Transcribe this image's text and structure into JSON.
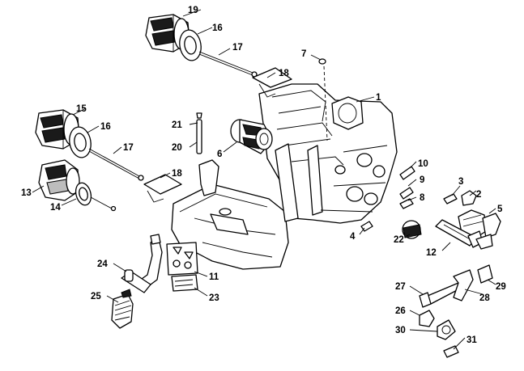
{
  "callouts": [
    {
      "id": "1",
      "text": "1"
    },
    {
      "id": "2",
      "text": "2"
    },
    {
      "id": "3",
      "text": "3"
    },
    {
      "id": "4",
      "text": "4"
    },
    {
      "id": "5",
      "text": "5"
    },
    {
      "id": "6",
      "text": "6"
    },
    {
      "id": "7",
      "text": "7"
    },
    {
      "id": "8",
      "text": "8"
    },
    {
      "id": "9",
      "text": "9"
    },
    {
      "id": "10",
      "text": "10"
    },
    {
      "id": "11",
      "text": "11"
    },
    {
      "id": "12",
      "text": "12"
    },
    {
      "id": "13",
      "text": "13"
    },
    {
      "id": "14",
      "text": "14"
    },
    {
      "id": "15",
      "text": "15"
    },
    {
      "id": "16a",
      "text": "16"
    },
    {
      "id": "16b",
      "text": "16"
    },
    {
      "id": "17a",
      "text": "17"
    },
    {
      "id": "17b",
      "text": "17"
    },
    {
      "id": "18a",
      "text": "18"
    },
    {
      "id": "18b",
      "text": "18"
    },
    {
      "id": "19",
      "text": "19"
    },
    {
      "id": "20",
      "text": "20"
    },
    {
      "id": "21",
      "text": "21"
    },
    {
      "id": "22",
      "text": "22"
    },
    {
      "id": "23",
      "text": "23"
    },
    {
      "id": "24",
      "text": "24"
    },
    {
      "id": "25",
      "text": "25"
    },
    {
      "id": "26",
      "text": "26"
    },
    {
      "id": "27",
      "text": "27"
    },
    {
      "id": "28",
      "text": "28"
    },
    {
      "id": "29",
      "text": "29"
    },
    {
      "id": "30",
      "text": "30"
    },
    {
      "id": "31",
      "text": "31"
    }
  ]
}
